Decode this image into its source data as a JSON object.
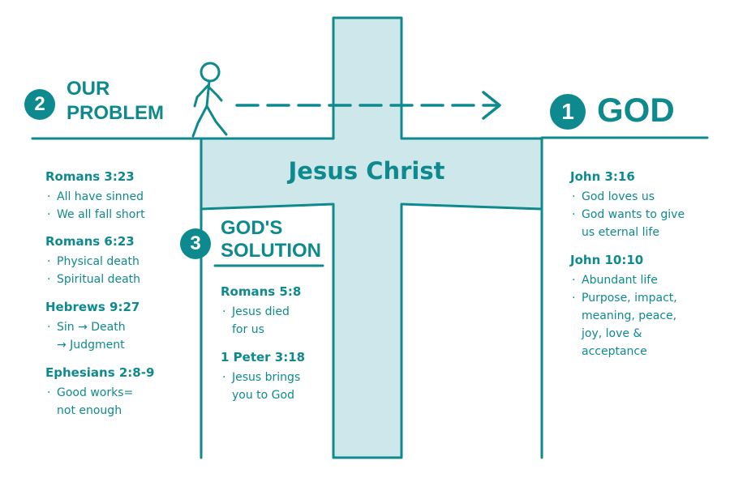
{
  "colors": {
    "accent": "#0e8a8f",
    "cross_fill": "#cde7ea",
    "background": "#ffffff"
  },
  "problem": {
    "number": "2",
    "title_line1": "OUR",
    "title_line2": "PROBLEM",
    "verses": [
      {
        "ref": "Romans 3:23",
        "points": [
          "All have sinned",
          "We all fall short"
        ]
      },
      {
        "ref": "Romans 6:23",
        "points": [
          "Physical death",
          "Spiritual death"
        ]
      },
      {
        "ref": "Hebrews 9:27",
        "points": [
          "Sin → Death",
          "→ Judgment"
        ]
      },
      {
        "ref": "Ephesians 2:8-9",
        "points": [
          "Good works=",
          "not enough"
        ]
      }
    ]
  },
  "god": {
    "number": "1",
    "title": "GOD",
    "verses": [
      {
        "ref": "John 3:16",
        "points": [
          "God loves us",
          "God wants to give",
          "us eternal life"
        ]
      },
      {
        "ref": "John 10:10",
        "points": [
          "Abundant life",
          "Purpose, impact,",
          "meaning, peace,",
          "joy, love &",
          "acceptance"
        ]
      }
    ]
  },
  "solution": {
    "number": "3",
    "title_line1": "GOD'S",
    "title_line2": "SOLUTION",
    "verses": [
      {
        "ref": "Romans 5:8",
        "points": [
          "Jesus died",
          "for us"
        ]
      },
      {
        "ref": "1 Peter 3:18",
        "points": [
          "Jesus brings",
          "you to God"
        ]
      }
    ]
  },
  "cross": {
    "label": "Jesus Christ"
  },
  "icons": {
    "walker": "stick-figure-walking-icon",
    "arrow": "dashed-arrow-icon"
  }
}
